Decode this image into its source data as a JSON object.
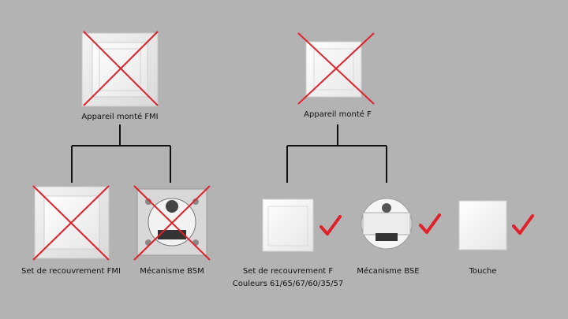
{
  "left": {
    "top_label": "Appareil monté FMI",
    "children": [
      {
        "label": "Set de recouvrement FMI",
        "status": "excluded"
      },
      {
        "label": "Mécanisme BSM",
        "status": "excluded"
      }
    ],
    "top_status": "excluded"
  },
  "right": {
    "top_label": "Appareil monté F",
    "top_status": "excluded",
    "children": [
      {
        "label": "Set de recouvrement F",
        "sublabel": "Couleurs 61/65/67/60/35/57",
        "status": "ok"
      },
      {
        "label": "Mécanisme BSE",
        "status": "ok"
      },
      {
        "label": "Touche",
        "status": "ok"
      }
    ]
  },
  "colors": {
    "background": "#b3b3b3",
    "cross": "#e0202a",
    "check": "#e0202a",
    "line": "#111111"
  },
  "icons": {
    "excluded": "red-cross-icon",
    "ok": "red-check-icon"
  }
}
